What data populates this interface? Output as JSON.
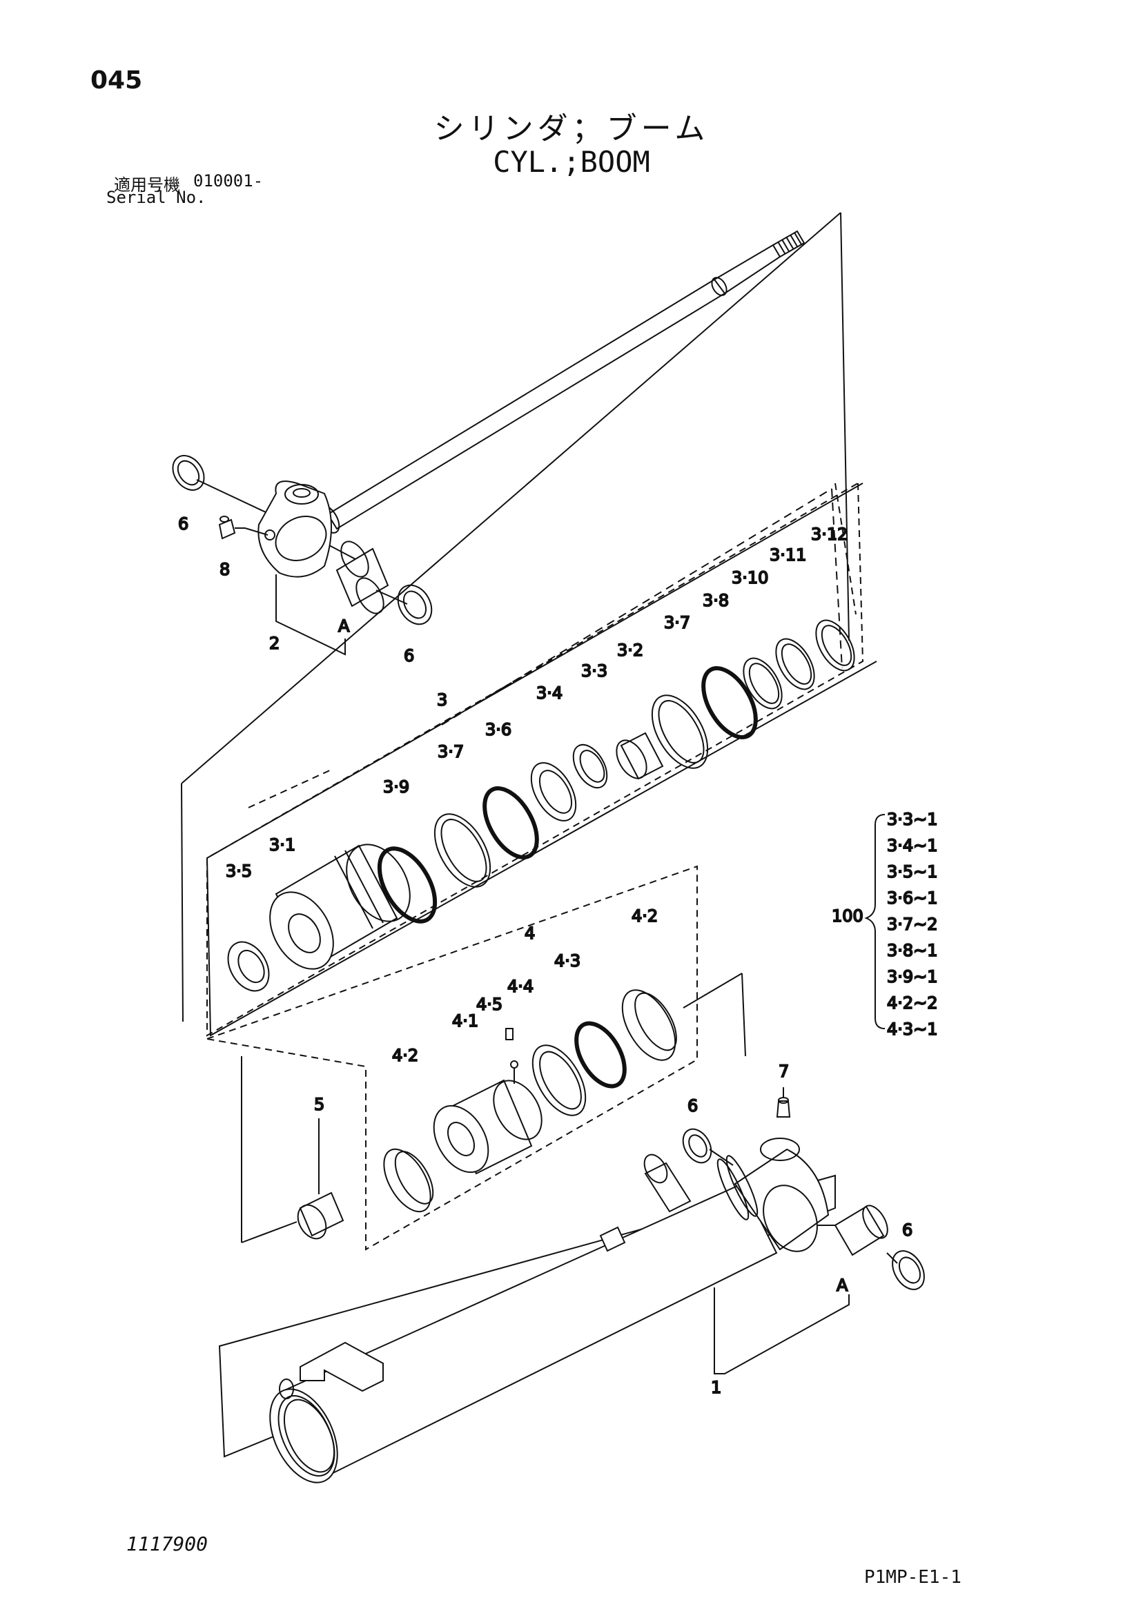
{
  "header": {
    "page_number": "045",
    "title_jp": "シリンダ；ブーム",
    "title_en": "CYL.;BOOM",
    "serial_label_jp": "適用号機",
    "serial_value": "010001-",
    "serial_label_en": "Serial No."
  },
  "callouts": {
    "c1": "1",
    "c2": "2",
    "c3": "3",
    "c4": "4",
    "c5": "5",
    "c6a": "6",
    "c6b": "6",
    "c6c": "6",
    "c6d": "6",
    "c7": "7",
    "c8": "8",
    "cA1": "A",
    "cA2": "A",
    "c3_1": "3·1",
    "c3_2": "3·2",
    "c3_3": "3·3",
    "c3_4": "3·4",
    "c3_5": "3·5",
    "c3_6": "3·6",
    "c3_7a": "3·7",
    "c3_7b": "3·7",
    "c3_8": "3·8",
    "c3_9": "3·9",
    "c3_10": "3·10",
    "c3_11": "3·11",
    "c3_12": "3·12",
    "c4_1": "4·1",
    "c4_2a": "4·2",
    "c4_2b": "4·2",
    "c4_3": "4·3",
    "c4_4": "4·4",
    "c4_5": "4·5"
  },
  "kit": {
    "label": "100",
    "items": [
      "3·3~1",
      "3·4~1",
      "3·5~1",
      "3·6~1",
      "3·7~2",
      "3·8~1",
      "3·9~1",
      "4·2~2",
      "4·3~1"
    ]
  },
  "footer": {
    "doc_number": "1117900",
    "page_code": "P1MP-E1-1"
  }
}
